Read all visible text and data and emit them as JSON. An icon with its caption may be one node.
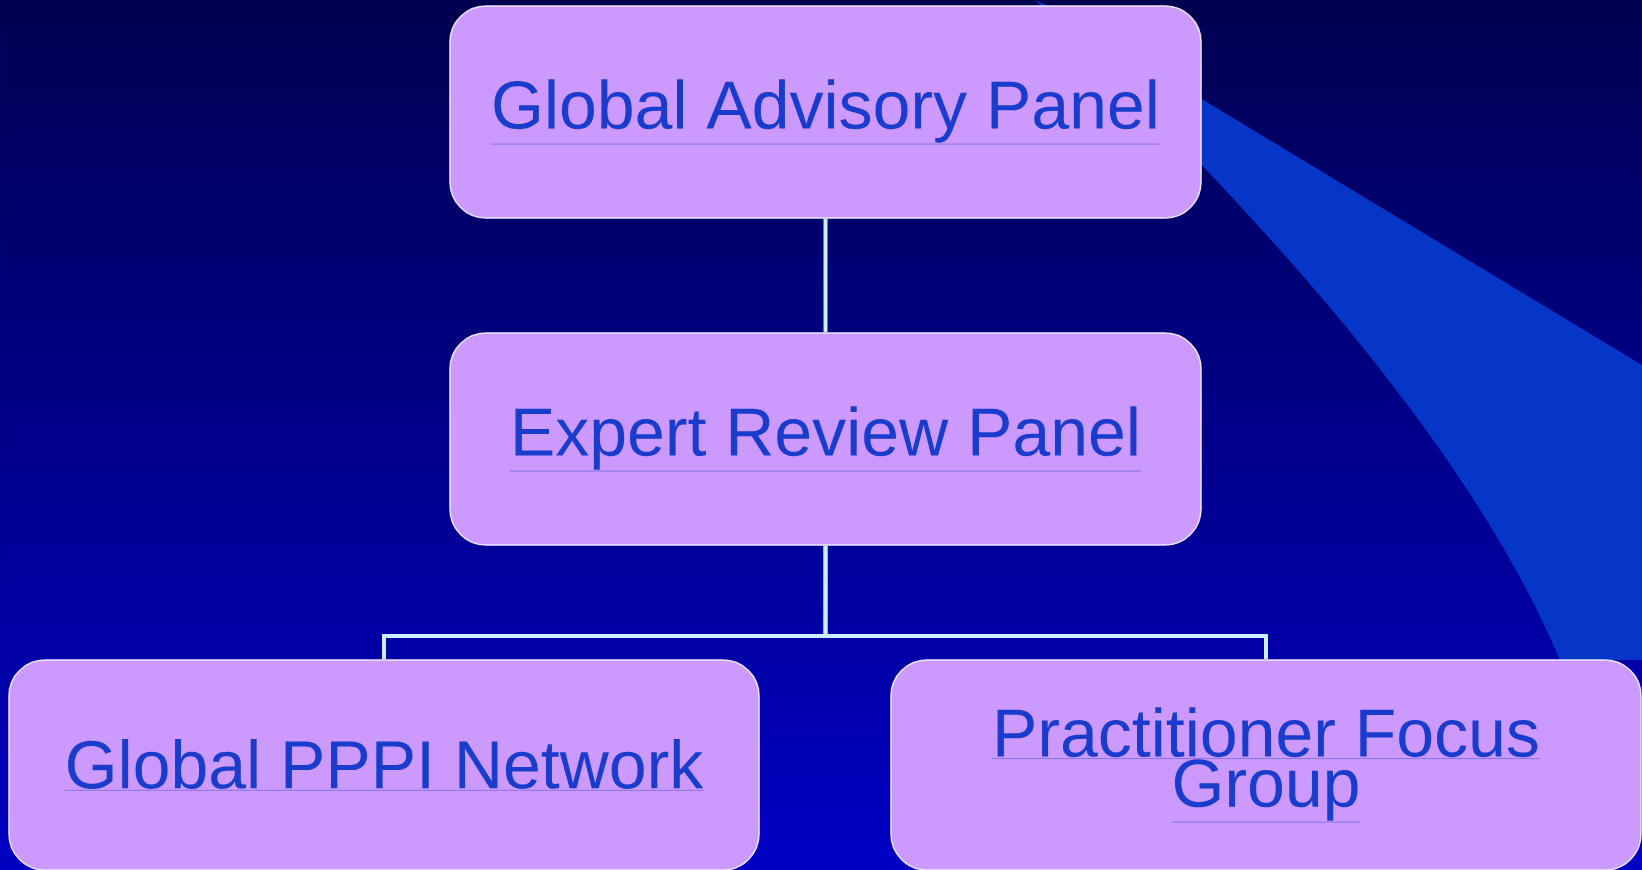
{
  "diagram": {
    "nodes": [
      {
        "text": [
          "Global Advisory Panel"
        ]
      },
      {
        "text": [
          "Expert Review Panel"
        ]
      },
      {
        "text": [
          "Global PPPI Network"
        ]
      },
      {
        "text": [
          "Practitioner Focus Group"
        ]
      }
    ],
    "edges": [
      {
        "from": 0,
        "to": 1,
        "arrow": "none"
      },
      {
        "from": 1,
        "to": 2,
        "arrow": "none"
      },
      {
        "from": 1,
        "to": 3,
        "arrow": "none"
      }
    ]
  }
}
